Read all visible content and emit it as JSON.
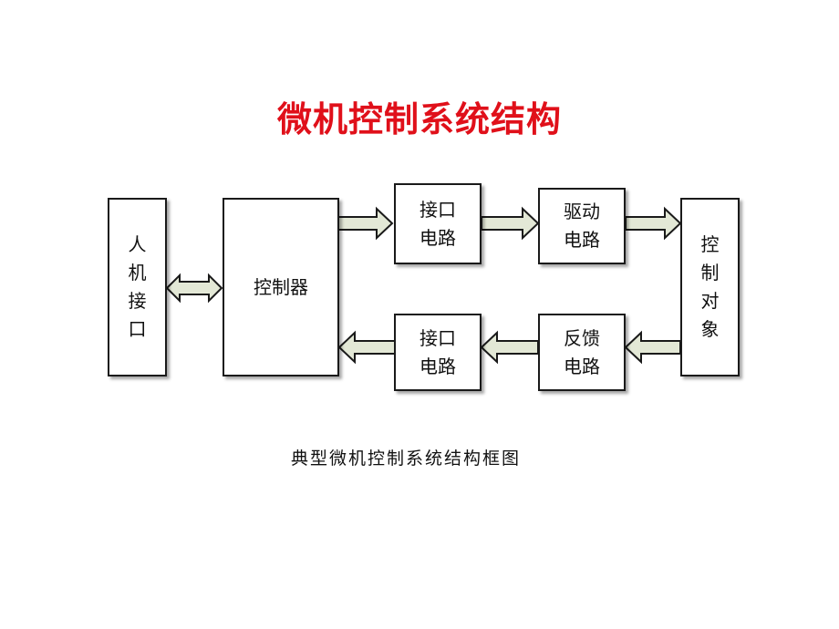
{
  "title": "微机控制系统结构",
  "title_color": "#E0101A",
  "arrow_fill": "#E3E8D6",
  "arrow_stroke": "#1a1a1a",
  "blocks": {
    "human_interface": [
      "人",
      "机",
      "接",
      "口"
    ],
    "controller": "控制器",
    "interface_top": [
      "接口",
      "电路"
    ],
    "driver": [
      "驱动",
      "电路"
    ],
    "controlled_object": [
      "控",
      "制",
      "对",
      "象"
    ],
    "interface_bottom": [
      "接口",
      "电路"
    ],
    "feedback": [
      "反馈",
      "电路"
    ]
  },
  "caption": "典型微机控制系统结构框图"
}
